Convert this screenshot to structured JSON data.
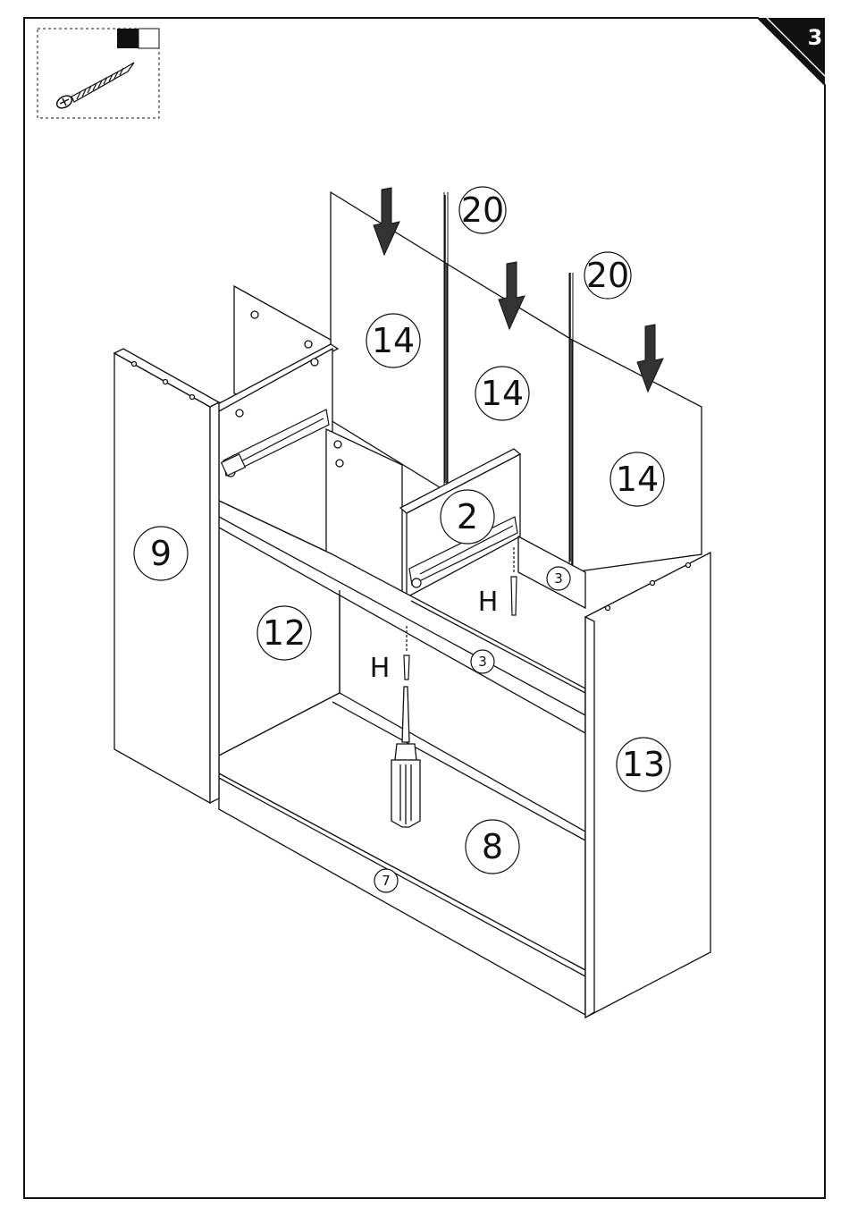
{
  "step_number": "3",
  "hardware_legend": {
    "icon": "screw-icon",
    "shade_colors": [
      "#111111",
      "#ffffff"
    ]
  },
  "part_labels": {
    "p9": "9",
    "p12": "12",
    "p13": "13",
    "p14a": "14",
    "p14b": "14",
    "p14c": "14",
    "p20a": "20",
    "p20b": "20",
    "p2": "2",
    "p8": "8",
    "p3a": "3",
    "p3b": "3",
    "p7": "7"
  },
  "hardware_labels": {
    "h1": "H",
    "h2": "H"
  },
  "tool_icon": "screwdriver-icon",
  "direction_icon": "arrow-down-icon"
}
